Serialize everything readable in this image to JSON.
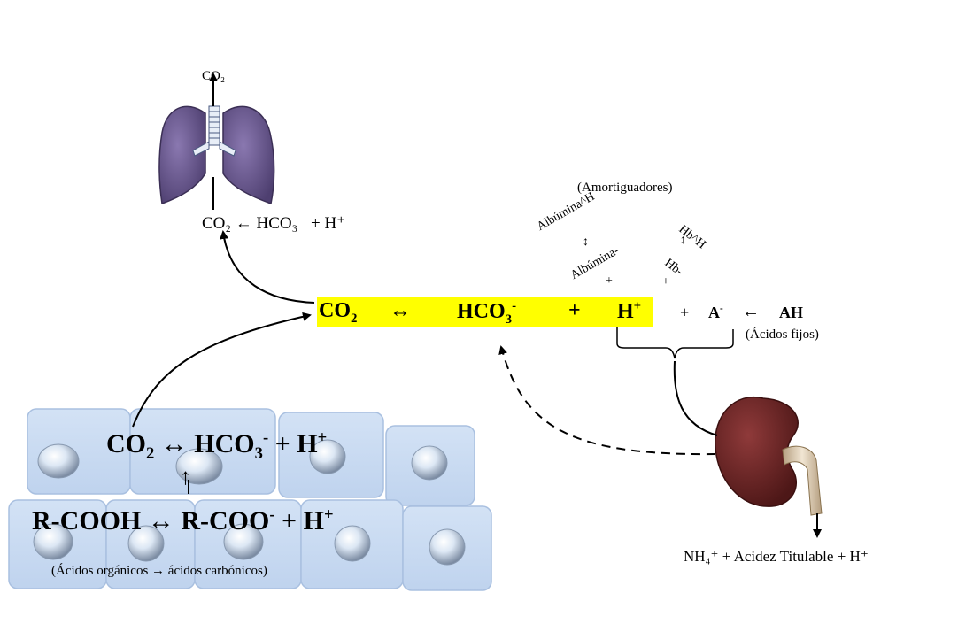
{
  "lungs": {
    "top_label": "CO₂",
    "equation": "CO₂ ← HCO₃⁻ + H⁺"
  },
  "main_equation": {
    "co2": "CO",
    "co2_sub": "2",
    "arrow": "↔",
    "hco3": "HCO",
    "hco3_sub": "3",
    "hco3_sup": "-",
    "plus": "+",
    "h": "H",
    "h_sup": "+"
  },
  "fixed_acid": {
    "plus": "+",
    "a": "A",
    "a_sup": "-",
    "arrow": "←",
    "ah": "AH",
    "caption": "(Ácidos fijos)"
  },
  "buffers": {
    "title": "(Amortiguadores)",
    "albumina_h": "Albúmina^H",
    "albumina_arrow": "↕",
    "albumina": "Albúmina-",
    "albumina_plus": "+",
    "hb_h": "Hb^H",
    "hb_arrow": "↕",
    "hb": "Hb-",
    "hb_plus": "+"
  },
  "cells": {
    "eq1_co2": "CO",
    "eq1_co2_sub": "2",
    "eq1_arrow": "↔",
    "eq1_hco3": "HCO",
    "eq1_hco3_sub": "3",
    "eq1_hco3_sup": "-",
    "eq1_rest": "+ H",
    "eq1_h_sup": "+",
    "up_arrow": "↑",
    "eq2_left": "R-COOH",
    "eq2_arrow": "↔",
    "eq2_rcoo": "R-COO",
    "eq2_rcoo_sup": "-",
    "eq2_rest": "+ H",
    "eq2_h_sup": "+",
    "caption": "(Ácidos orgánicos → ácidos carbónicos)"
  },
  "kidney": {
    "excretion": "NH₄⁺ + Acidez Titulable + H⁺"
  },
  "colors": {
    "highlight": "#ffff00",
    "lung": "#6b5990",
    "kidney": "#6e2626",
    "cell_fill": "#c7d9f1",
    "cell_border": "#a9c0e0"
  }
}
